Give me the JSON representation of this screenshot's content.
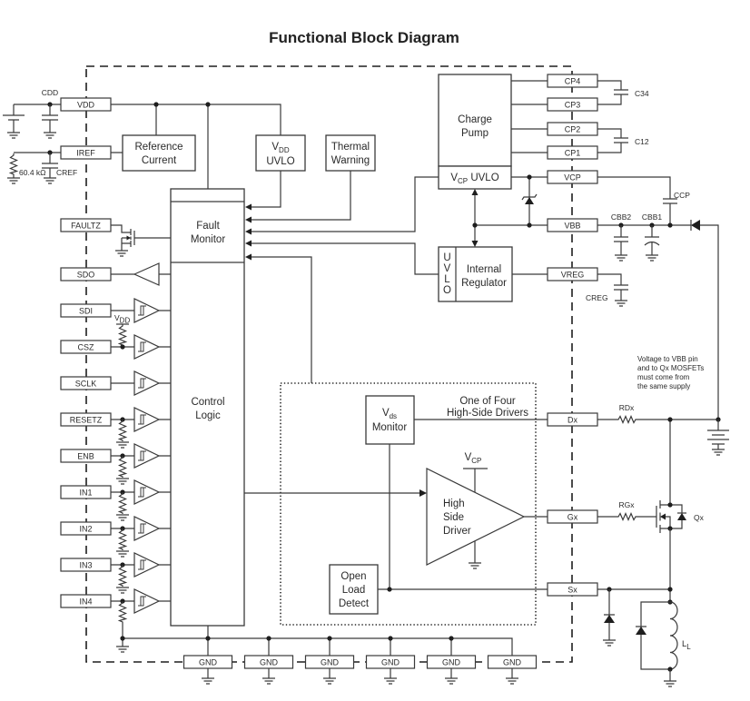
{
  "title": "Functional Block Diagram",
  "left_pins": {
    "vdd": "VDD",
    "iref": "IREF",
    "faultz": "FAULTZ",
    "sdo": "SDO",
    "sdi": "SDI",
    "csz": "CSZ",
    "sclk": "SCLK",
    "resetz": "RESETZ",
    "enb": "ENB",
    "in1": "IN1",
    "in2": "IN2",
    "in3": "IN3",
    "in4": "IN4"
  },
  "right_pins": {
    "cp4": "CP4",
    "cp3": "CP3",
    "cp2": "CP2",
    "cp1": "CP1",
    "vcp": "VCP",
    "vbb": "VBB",
    "vreg": "VREG",
    "dx": "Dx",
    "gx": "Gx",
    "sx": "Sx"
  },
  "gnd_pins": [
    "GND",
    "GND",
    "GND",
    "GND",
    "GND",
    "GND"
  ],
  "blocks": {
    "reference_current": [
      "Reference",
      "Current"
    ],
    "vdd_uvlo": {
      "v": "V",
      "sub": "DD",
      "line2": "UVLO"
    },
    "thermal_warning": [
      "Thermal",
      "Warning"
    ],
    "charge_pump": [
      "Charge",
      "Pump"
    ],
    "vcp_uvlo": {
      "v": "V",
      "sub": "CP",
      "rest": " UVLO"
    },
    "internal_regulator": {
      "uvlo_letters": [
        "U",
        "V",
        "L",
        "O"
      ],
      "lines": [
        "Internal",
        "Regulator"
      ]
    },
    "fault_monitor": [
      "Fault",
      "Monitor"
    ],
    "control_logic": [
      "Control",
      "Logic"
    ],
    "driver_group": [
      "One of Four",
      "High-Side Drivers"
    ],
    "vds_monitor": {
      "v": "V",
      "sub": "ds",
      "line2": "Monitor"
    },
    "high_side_driver": [
      "High",
      "Side",
      "Driver"
    ],
    "open_load_detect": [
      "Open",
      "Load",
      "Detect"
    ],
    "vcp_supply": {
      "v": "V",
      "sub": "CP"
    }
  },
  "components": {
    "cdd": "CDD",
    "r_iref": "60.4 kΩ",
    "cref": "CREF",
    "vdd_pullup": {
      "v": "V",
      "sub": "DD"
    },
    "c34": "C34",
    "c12": "C12",
    "ccp": "CCP",
    "cbb2": "CBB2",
    "cbb1": "CBB1",
    "creg": "CREG",
    "rdx": "RDx",
    "rgx": "RGx",
    "qx": "Qx",
    "load": {
      "main": "L",
      "sub": "L"
    }
  },
  "note": [
    "Voltage to VBB pin",
    "and to Qx MOSFETs",
    "must come from",
    "the same supply"
  ]
}
